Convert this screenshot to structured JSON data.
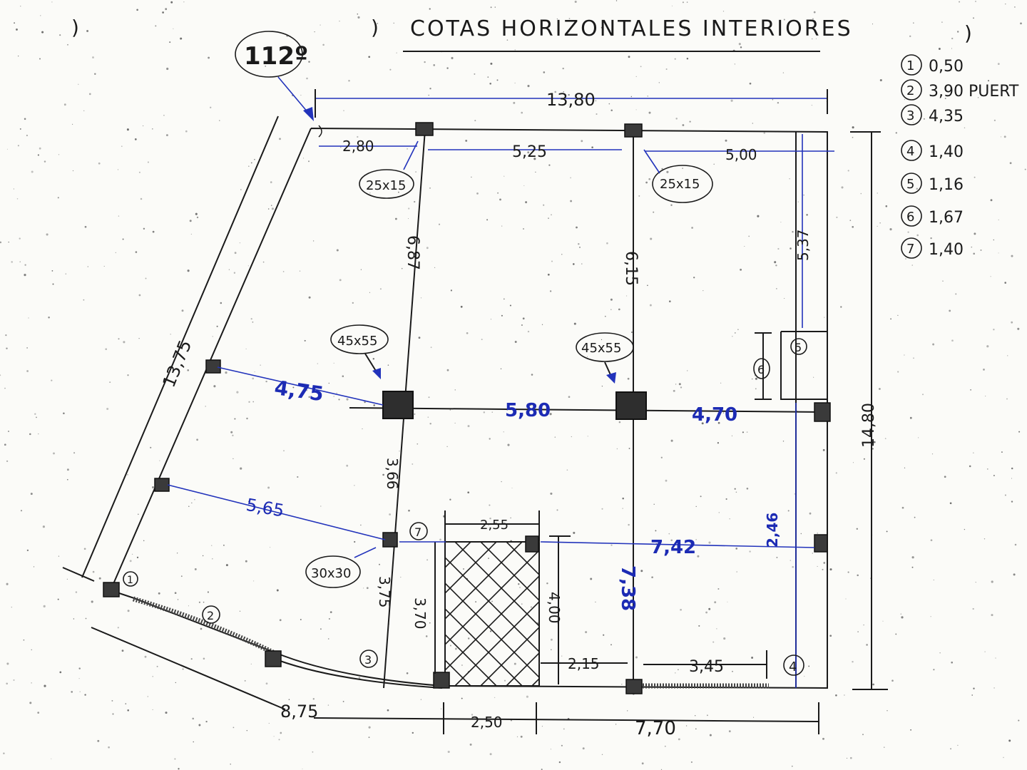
{
  "title": "COTAS HORIZONTALES INTERIORES",
  "angle": "112º",
  "dimensions": {
    "top_total": "13,80",
    "top_a": "2,80",
    "top_b": "5,25",
    "top_c": "5,00",
    "left_wall": "13,75",
    "right_wall": "14,80",
    "v_col1_upper": "6,87",
    "v_col2_upper": "6,15",
    "v_right_upper": "5,37",
    "mid_left": "4,75",
    "mid_center": "5,80",
    "mid_right": "4,70",
    "lower_left": "5,65",
    "v_col1_mid": "3,66",
    "v_col1_lower": "3,75",
    "v_3_70": "3,70",
    "stair_width": "2,55",
    "v_4_00": "4,00",
    "lower_right": "7,42",
    "v_7_38": "7,38",
    "v_right_lower": "2,46",
    "bottom_2_15": "2,15",
    "bottom_3_45": "3,45",
    "bottom_left": "8,75",
    "bottom_mid": "2,50",
    "bottom_right": "7,70"
  },
  "column_sizes": {
    "top_left_col": "25x15",
    "top_right_col": "25x15",
    "center_left_col": "45x55",
    "center_right_col": "45x55",
    "lower_col": "30x30"
  },
  "markers": [
    "1",
    "2",
    "3",
    "4",
    "5",
    "6",
    "7"
  ],
  "legend": [
    {
      "num": "1",
      "value": "0,50"
    },
    {
      "num": "2",
      "value": "3,90 PUERT"
    },
    {
      "num": "3",
      "value": "4,35"
    },
    {
      "num": "4",
      "value": "1,40"
    },
    {
      "num": "5",
      "value": "1,16"
    },
    {
      "num": "6",
      "value": "1,67"
    },
    {
      "num": "7",
      "value": "1,40"
    }
  ],
  "colors": {
    "ink_blue": "#2233bb",
    "ink_black": "#1a1a1a",
    "paper": "#fbfbf8"
  }
}
